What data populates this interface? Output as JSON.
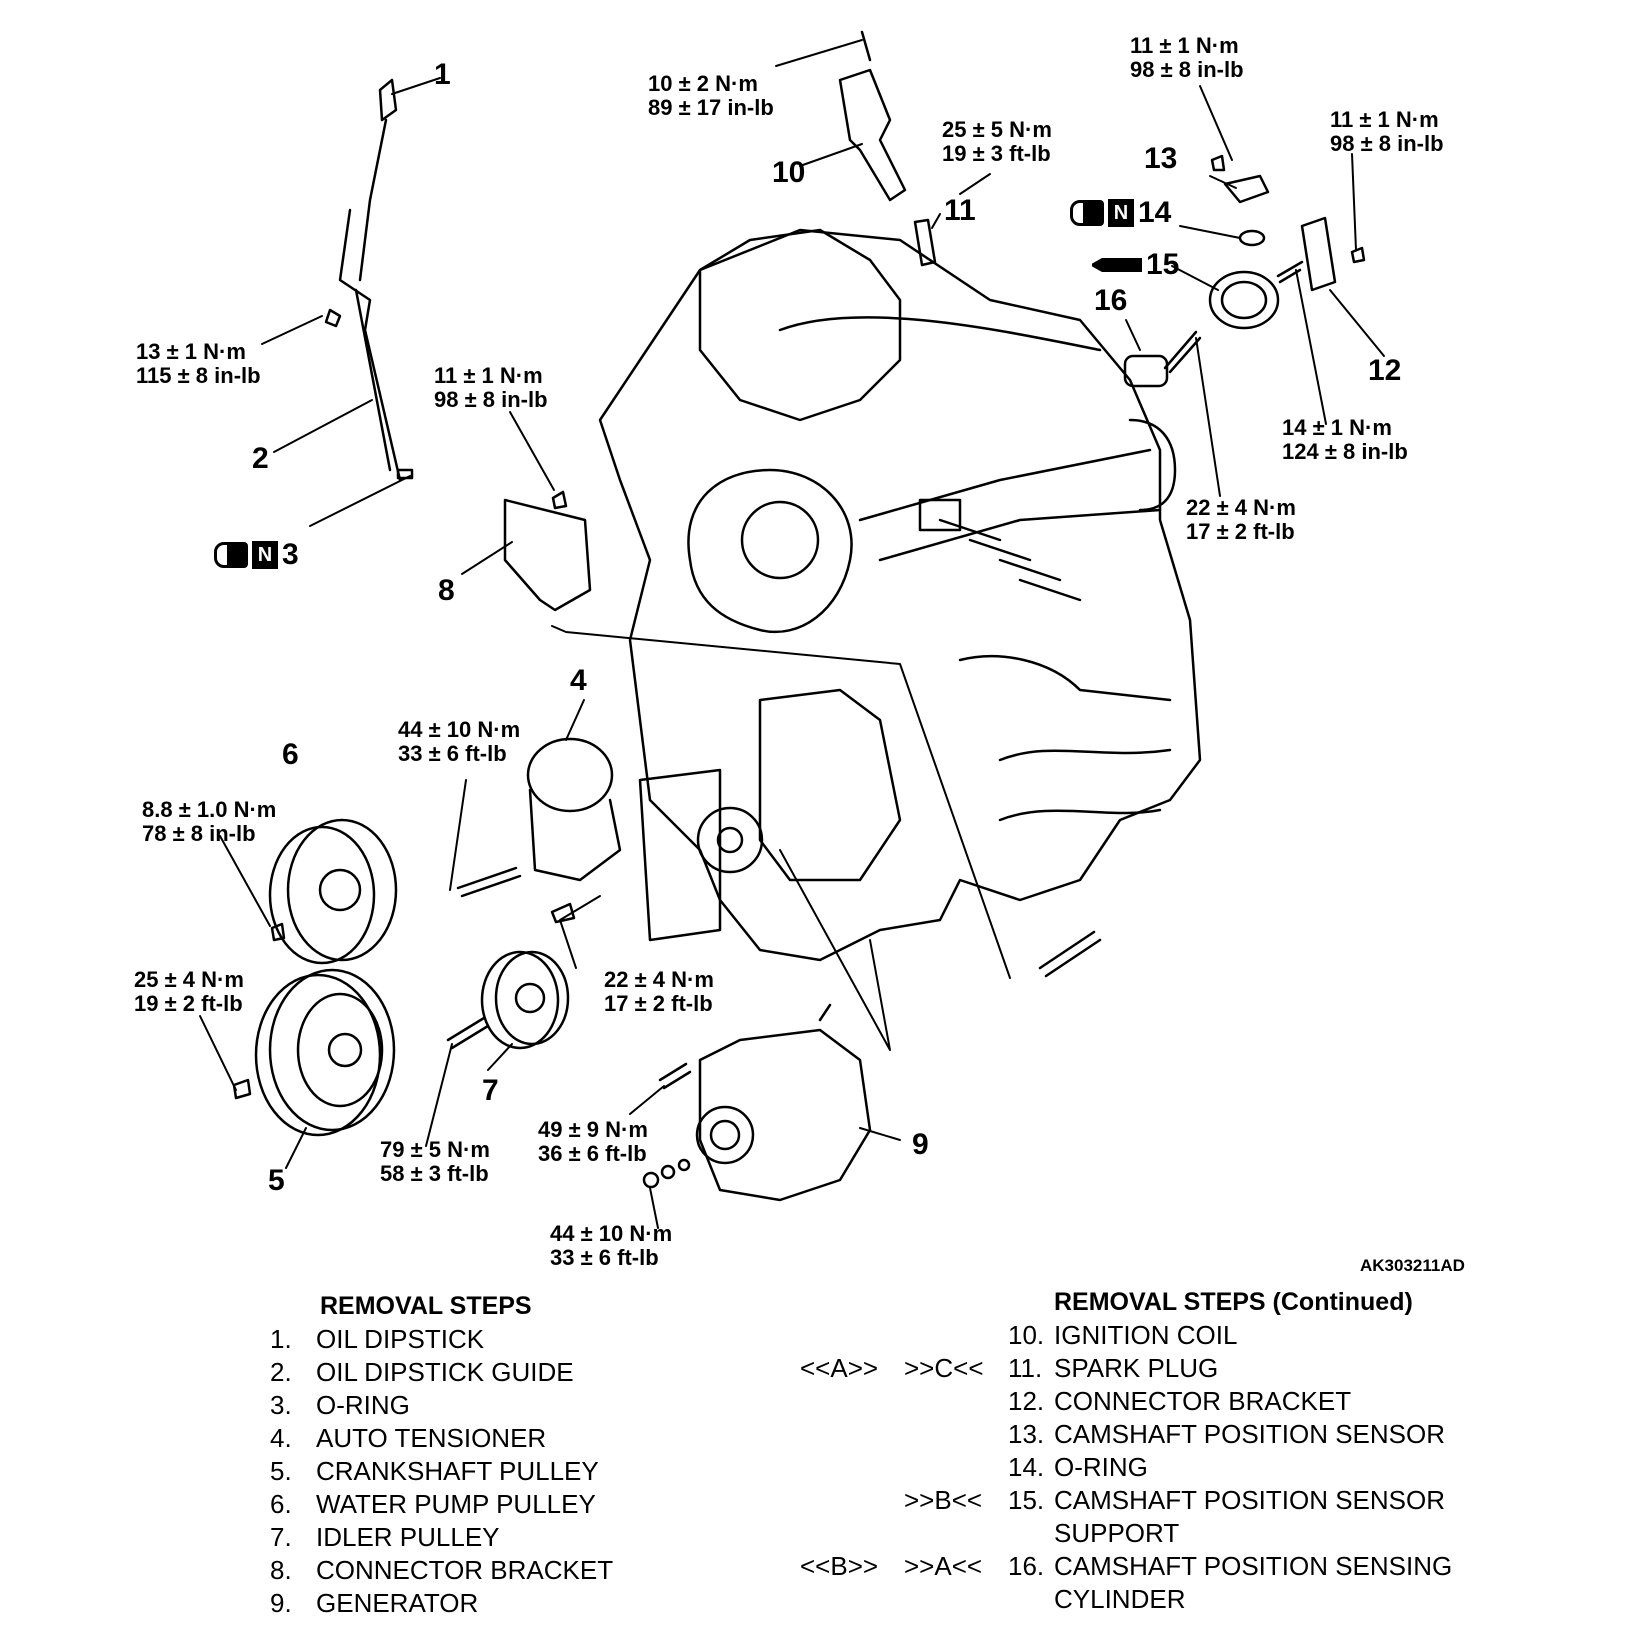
{
  "figure_ref": "AK303211AD",
  "torque_labels": [
    {
      "id": "t-10",
      "lines": [
        "10 ± 2 N·m",
        "89 ± 17 in-lb"
      ]
    },
    {
      "id": "t-11-top",
      "lines": [
        "11 ± 1 N·m",
        "98 ± 8 in-lb"
      ]
    },
    {
      "id": "t-11-right",
      "lines": [
        "11 ± 1 N·m",
        "98 ± 8 in-lb"
      ]
    },
    {
      "id": "t-25-5",
      "lines": [
        "25 ± 5 N·m",
        "19 ± 3 ft-lb"
      ]
    },
    {
      "id": "t-13",
      "lines": [
        "13 ± 1 N·m",
        "115 ± 8 in-lb"
      ]
    },
    {
      "id": "t-11-mid",
      "lines": [
        "11 ± 1 N·m",
        "98 ± 8 in-lb"
      ]
    },
    {
      "id": "t-14",
      "lines": [
        "14 ± 1 N·m",
        "124 ± 8 in-lb"
      ]
    },
    {
      "id": "t-22-right",
      "lines": [
        "22 ± 4 N·m",
        "17 ± 2 ft-lb"
      ]
    },
    {
      "id": "t-44-top",
      "lines": [
        "44 ± 10 N·m",
        "33 ± 6 ft-lb"
      ]
    },
    {
      "id": "t-8-8",
      "lines": [
        "8.8 ± 1.0 N·m",
        "78 ± 8 in-lb"
      ]
    },
    {
      "id": "t-25-4",
      "lines": [
        "25 ± 4 N·m",
        "19 ± 2 ft-lb"
      ]
    },
    {
      "id": "t-22-mid",
      "lines": [
        "22 ± 4 N·m",
        "17 ± 2 ft-lb"
      ]
    },
    {
      "id": "t-79",
      "lines": [
        "79 ± 5 N·m",
        "58 ± 3 ft-lb"
      ]
    },
    {
      "id": "t-49",
      "lines": [
        "49 ± 9 N·m",
        "36 ± 6 ft-lb"
      ]
    },
    {
      "id": "t-44-bottom",
      "lines": [
        "44 ± 10 N·m",
        "33 ± 6 ft-lb"
      ]
    }
  ],
  "callouts": [
    "1",
    "2",
    "3",
    "4",
    "5",
    "6",
    "7",
    "8",
    "9",
    "10",
    "11",
    "12",
    "13",
    "14",
    "15",
    "16"
  ],
  "steps_left": {
    "heading": "REMOVAL STEPS",
    "items": [
      {
        "num": "1.",
        "text": "OIL DIPSTICK"
      },
      {
        "num": "2.",
        "text": "OIL DIPSTICK GUIDE"
      },
      {
        "num": "3.",
        "text": "O-RING"
      },
      {
        "num": "4.",
        "text": "AUTO TENSIONER"
      },
      {
        "num": "5.",
        "text": "CRANKSHAFT PULLEY"
      },
      {
        "num": "6.",
        "text": "WATER PUMP PULLEY"
      },
      {
        "num": "7.",
        "text": "IDLER PULLEY"
      },
      {
        "num": "8.",
        "text": "CONNECTOR BRACKET"
      },
      {
        "num": "9.",
        "text": "GENERATOR"
      }
    ]
  },
  "steps_right": {
    "heading": "REMOVAL STEPS (Continued)",
    "items": [
      {
        "ref1": "",
        "ref2": "",
        "num": "10.",
        "text": "IGNITION COIL"
      },
      {
        "ref1": "<<A>>",
        "ref2": ">>C<<",
        "num": "11.",
        "text": "SPARK PLUG"
      },
      {
        "ref1": "",
        "ref2": "",
        "num": "12.",
        "text": "CONNECTOR BRACKET"
      },
      {
        "ref1": "",
        "ref2": "",
        "num": "13.",
        "text": "CAMSHAFT POSITION SENSOR"
      },
      {
        "ref1": "",
        "ref2": "",
        "num": "14.",
        "text": "O-RING"
      },
      {
        "ref1": "",
        "ref2": ">>B<<",
        "num": "15.",
        "text": "CAMSHAFT POSITION SENSOR"
      },
      {
        "ref1": "",
        "ref2": "",
        "num": "",
        "text": "SUPPORT"
      },
      {
        "ref1": "<<B>>",
        "ref2": ">>A<<",
        "num": "16.",
        "text": "CAMSHAFT POSITION SENSING"
      },
      {
        "ref1": "",
        "ref2": "",
        "num": "",
        "text": "CYLINDER"
      }
    ]
  }
}
